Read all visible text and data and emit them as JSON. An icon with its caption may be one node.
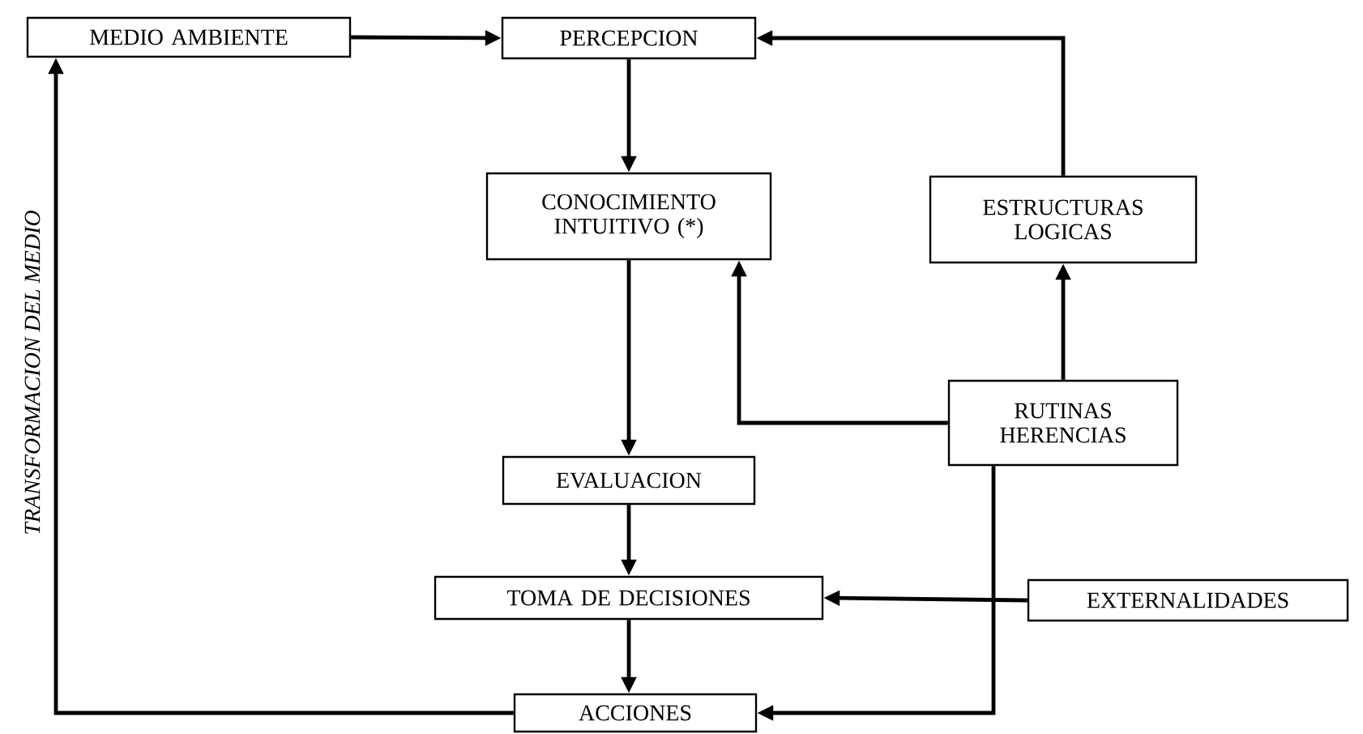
{
  "diagram": {
    "nodes": [
      {
        "text": [
          "MEDIO AMBIENTE"
        ]
      },
      {
        "text": [
          "PERCEPCION"
        ]
      },
      {
        "text": [
          "CONOCIMIENTO INTUITIVO (*)"
        ]
      },
      {
        "text": [
          "ESTRUCTURAS LOGICAS"
        ]
      },
      {
        "text": [
          "RUTINAS HERENCIAS"
        ]
      },
      {
        "text": [
          "EVALUACION"
        ]
      },
      {
        "text": [
          "TOMA DE DECISIONES"
        ]
      },
      {
        "text": [
          "EXTERNALIDADES"
        ]
      },
      {
        "text": [
          "ACCIONES"
        ]
      }
    ],
    "edges": [
      {
        "from": 0,
        "to": 1,
        "arrow": "to"
      },
      {
        "from": 1,
        "to": 2,
        "arrow": "to"
      },
      {
        "from": 3,
        "to": 1,
        "arrow": "to"
      },
      {
        "from": 2,
        "to": 5,
        "arrow": "to"
      },
      {
        "from": 4,
        "to": 2,
        "arrow": "to"
      },
      {
        "from": 4,
        "to": 3,
        "arrow": "to"
      },
      {
        "from": 5,
        "to": 6,
        "arrow": "to"
      },
      {
        "from": 7,
        "to": 6,
        "arrow": "to"
      },
      {
        "from": 6,
        "to": 8,
        "arrow": "to"
      },
      {
        "from": 4,
        "to": 8,
        "arrow": "to"
      },
      {
        "from": 8,
        "to": 0,
        "arrow": "to",
        "label": "TRANSFORMACION DEL MEDIO"
      }
    ]
  }
}
